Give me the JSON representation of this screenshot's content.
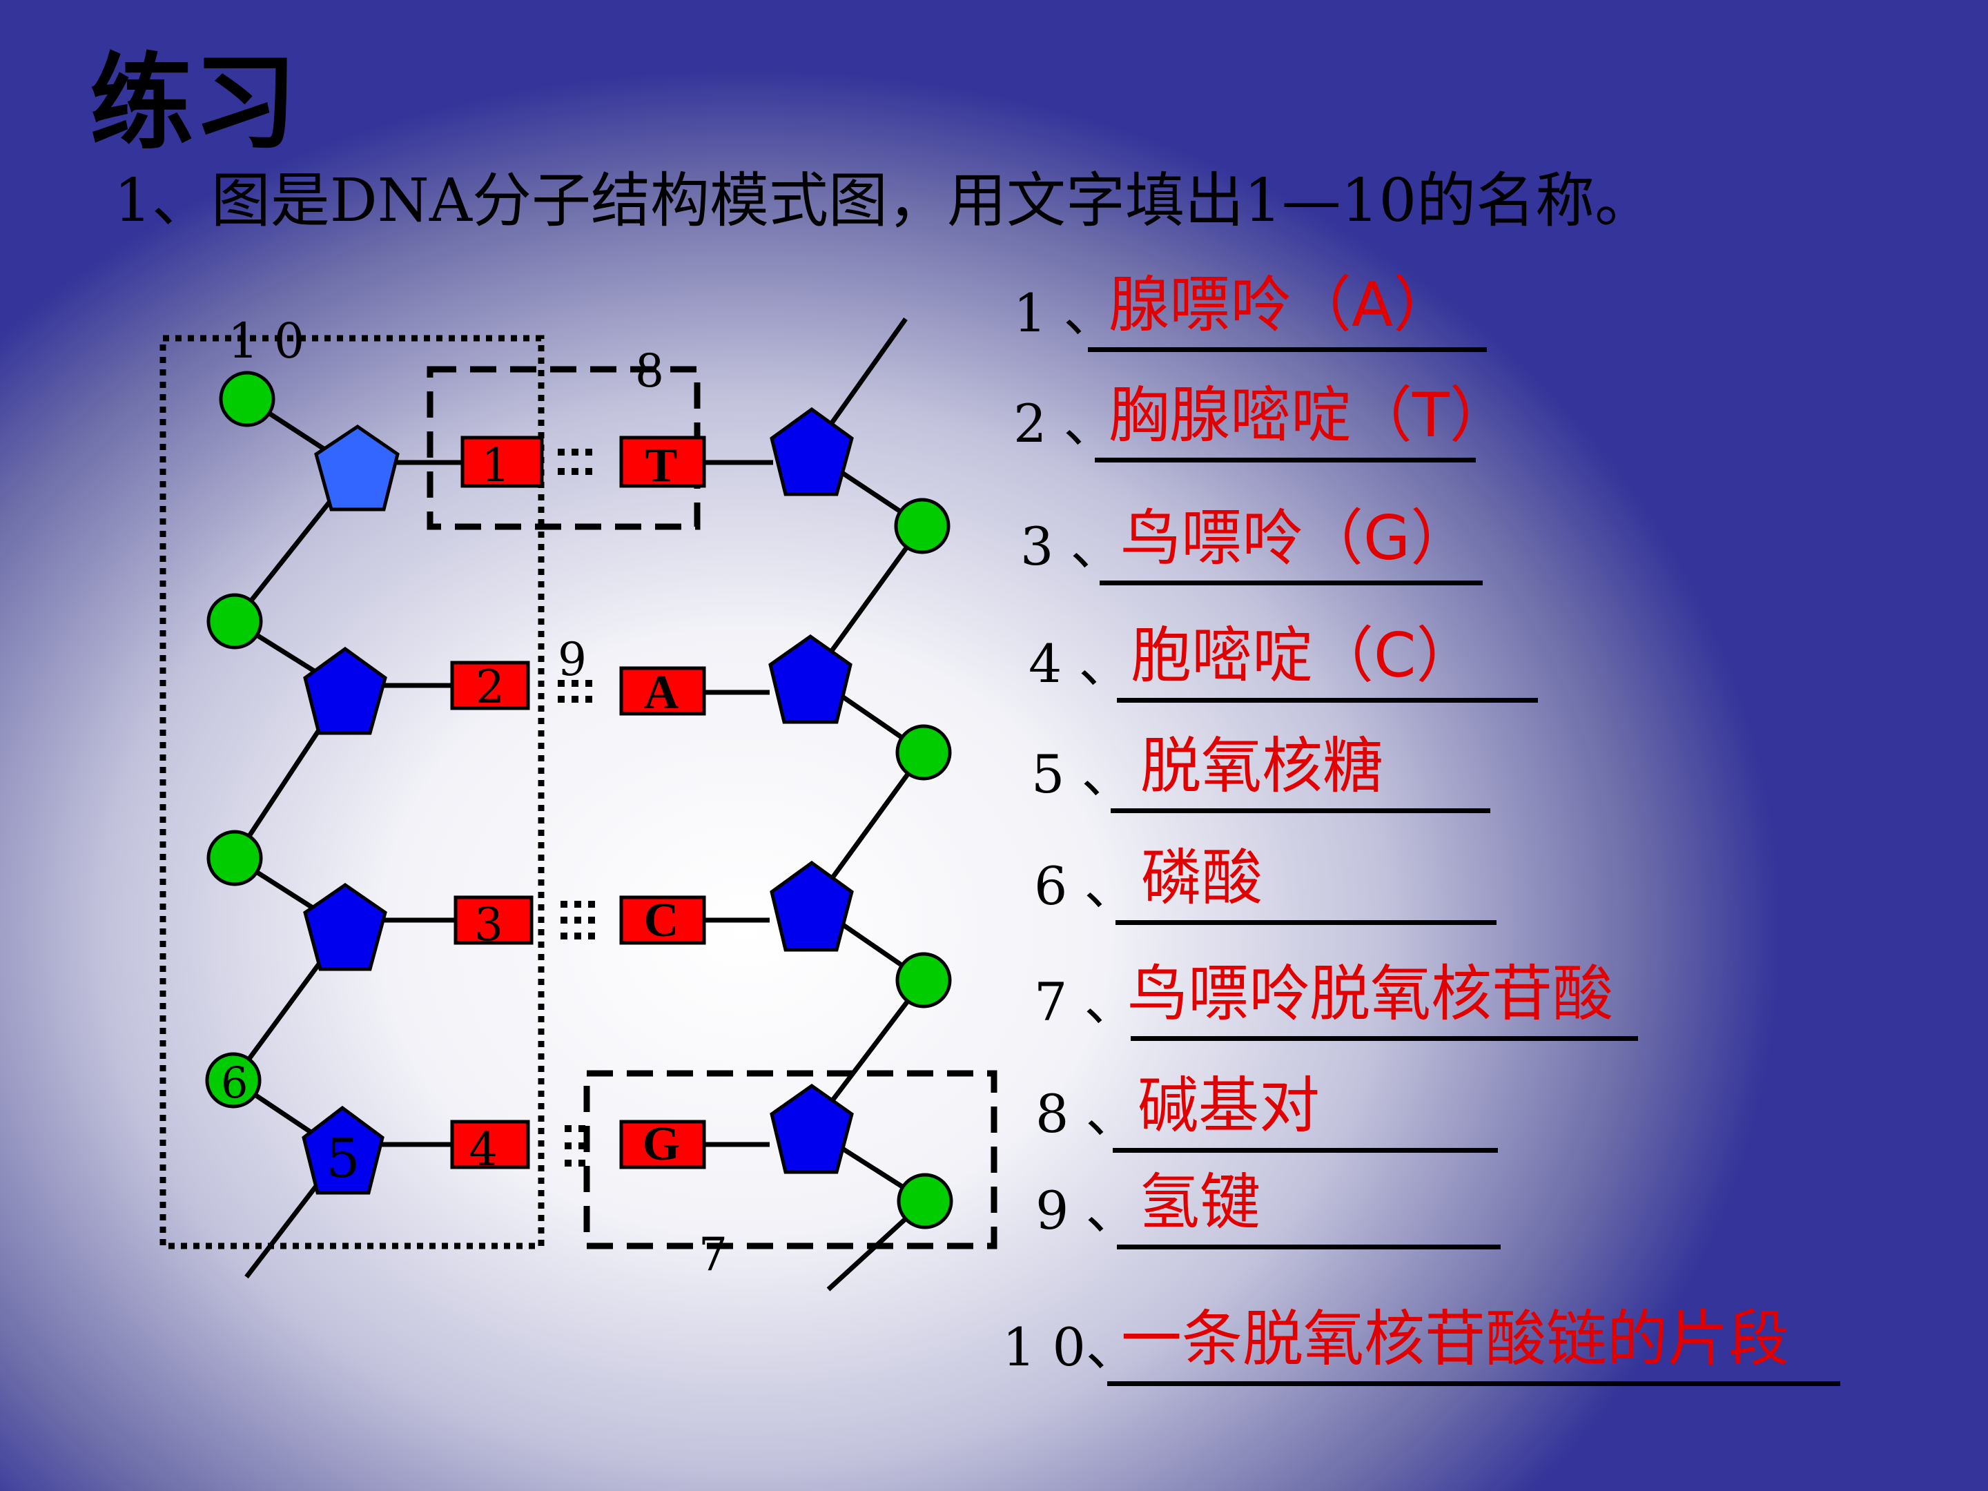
{
  "slide": {
    "title": "练习",
    "question": "1、图是DNA分子结构模式图，用文字填出1—10的名称。"
  },
  "diagram": {
    "left_bases": [
      "1",
      "2",
      "3",
      "4"
    ],
    "right_bases": [
      "T",
      "A",
      "C",
      "G"
    ],
    "label_box_10": "1 0",
    "label_box_8": "8",
    "label_9": "9",
    "label_7": "7",
    "label_6": "6",
    "label_5": "5",
    "colors": {
      "base_box": "#ff0000",
      "phosphate": "#00cc00",
      "sugar": "#0000ee",
      "sugar_light": "#3366ff"
    }
  },
  "answers": [
    {
      "num": "1 、",
      "text": "腺嘌呤（A）"
    },
    {
      "num": "2 、",
      "text": "胸腺嘧啶（T）"
    },
    {
      "num": "3 、",
      "text": "鸟嘌呤（G）"
    },
    {
      "num": "4 、",
      "text": "胞嘧啶（C）"
    },
    {
      "num": "5 、",
      "text": "脱氧核糖"
    },
    {
      "num": "6 、",
      "text": "磷酸"
    },
    {
      "num": "7 、",
      "text": "鸟嘌呤脱氧核苷酸"
    },
    {
      "num": "8 、",
      "text": "碱基对"
    },
    {
      "num": "9 、",
      "text": "氢键"
    },
    {
      "num": "1 0、",
      "text": "一条脱氧核苷酸链的片段"
    }
  ]
}
